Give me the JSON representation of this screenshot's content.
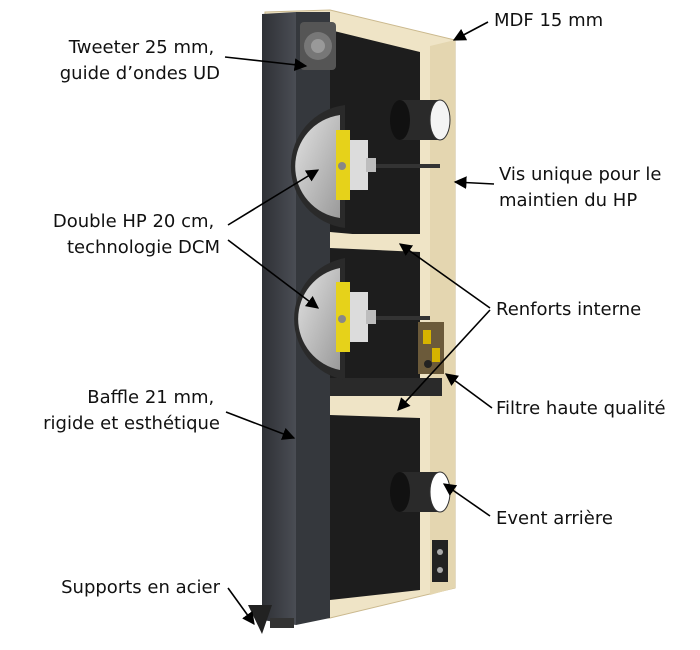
{
  "labels": {
    "tweeter": [
      "Tweeter  25 mm,",
      "guide d’ondes UD"
    ],
    "mdf": [
      "MDF 15 mm"
    ],
    "vis": [
      "Vis unique pour le",
      "maintien du HP"
    ],
    "double_hp": [
      "Double HP 20 cm,",
      "technologie DCM"
    ],
    "renforts": [
      "Renforts interne"
    ],
    "filtre": [
      "Filtre haute qualité"
    ],
    "baffle": [
      "Baffle 21 mm,",
      "rigide et esthétique"
    ],
    "event": [
      "Event arrière"
    ],
    "supports": [
      "Supports en acier"
    ]
  },
  "colors": {
    "mdf": "#efe4c6",
    "mdf_edge": "#d8c9a2",
    "foam": "#1d1d1d",
    "baffle": "#3c3f45",
    "cone": "#c8c8c8",
    "magnet_yellow": "#e6d21a",
    "port": "#2a2a2a"
  }
}
